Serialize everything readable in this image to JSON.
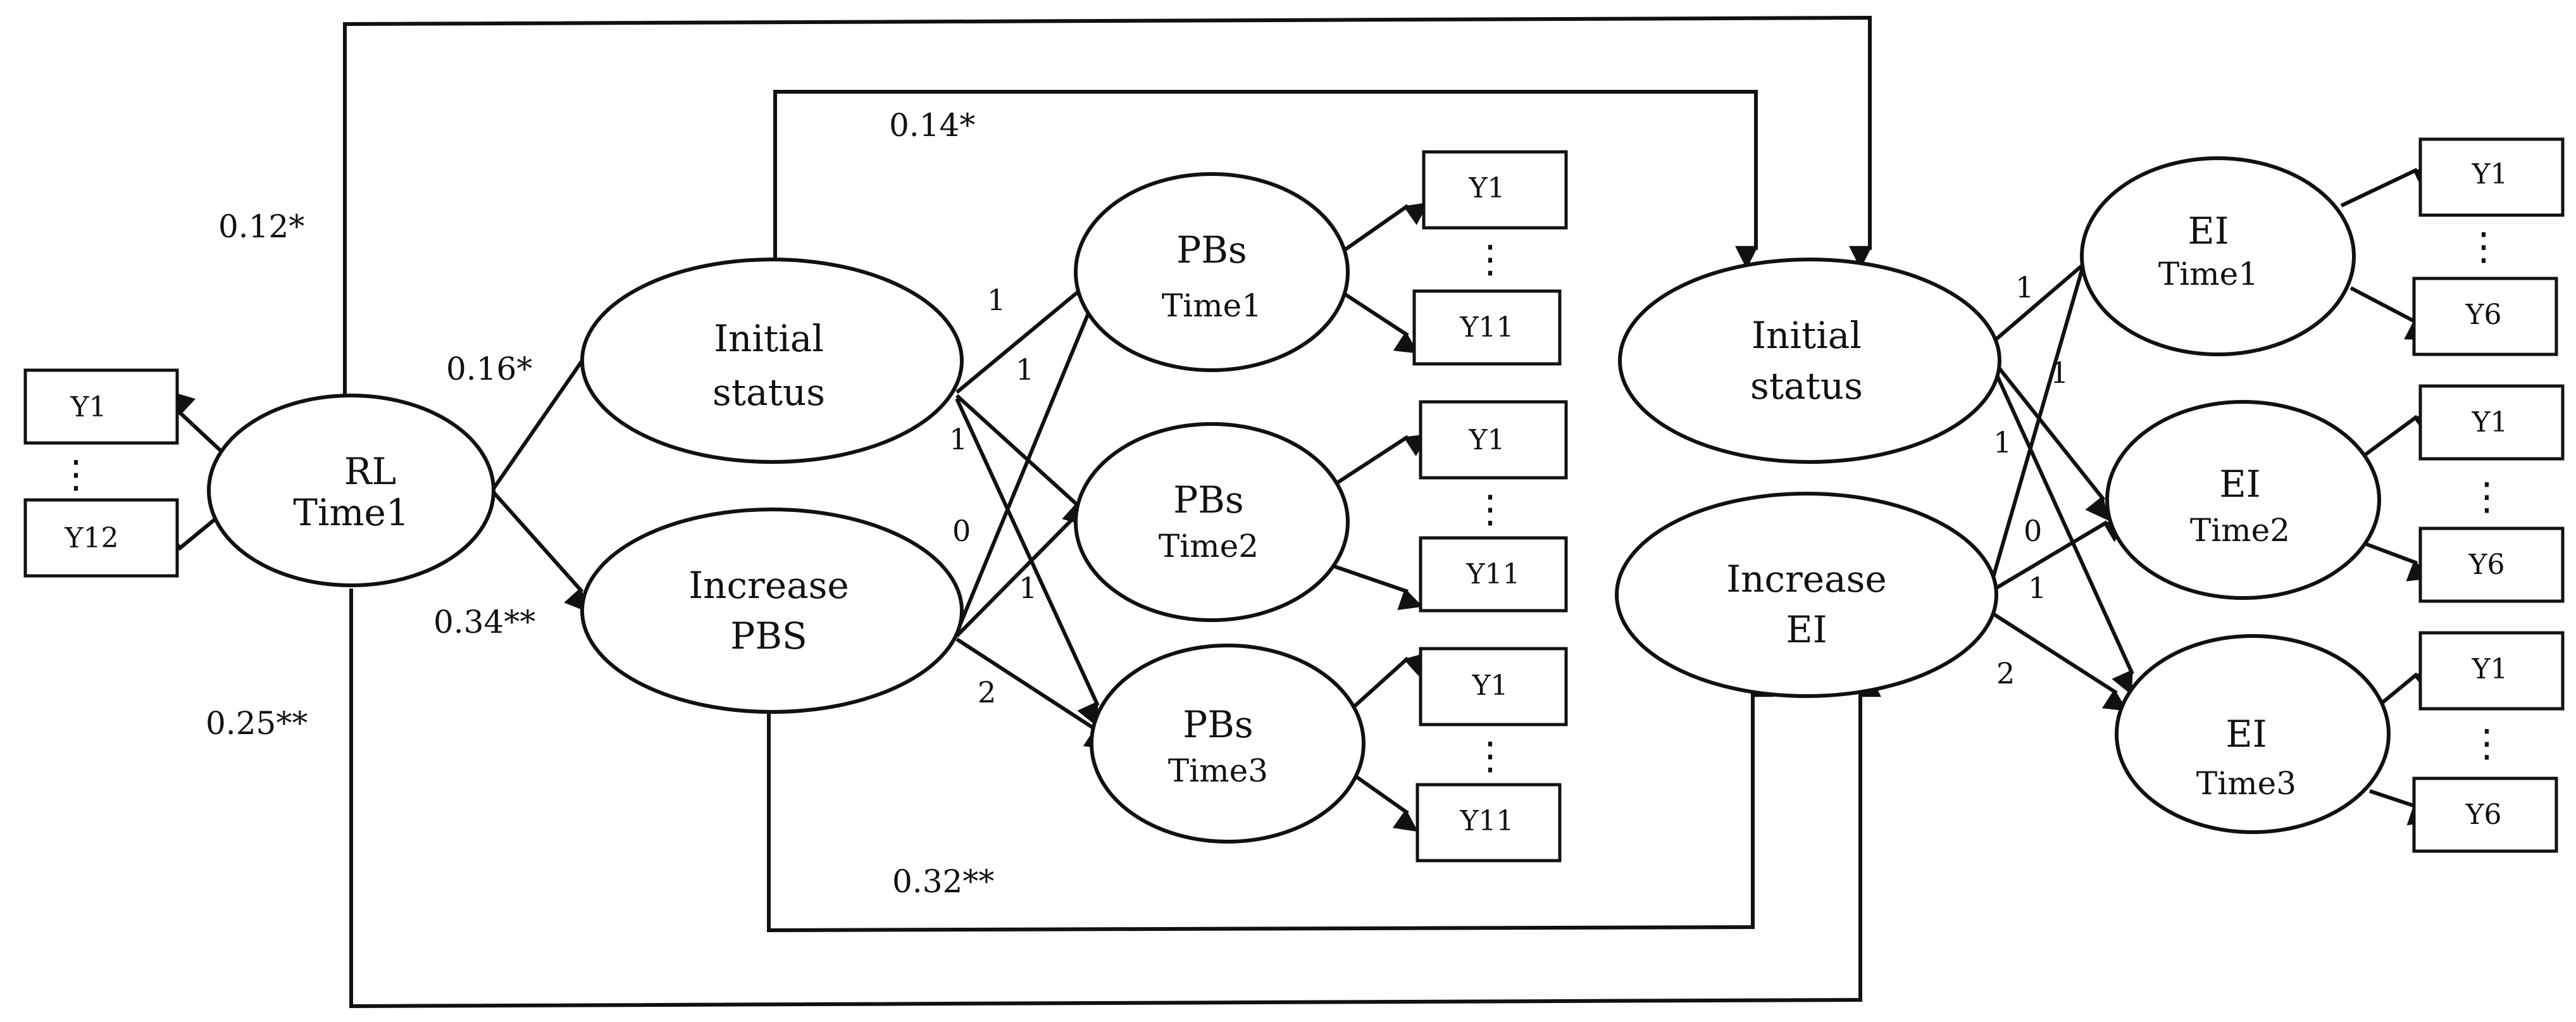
{
  "nodes": {
    "rl": {
      "line1": "RL",
      "line2": "Time1",
      "indicators": [
        "Y1",
        "Y12"
      ]
    },
    "pbs_initial": {
      "line1": "Initial",
      "line2": "status"
    },
    "pbs_increase": {
      "line1": "Increase",
      "line2": "PBS"
    },
    "pbs_t1": {
      "line1": "PBs",
      "line2": "Time1",
      "indicators": [
        "Y1",
        "Y11"
      ]
    },
    "pbs_t2": {
      "line1": "PBs",
      "line2": "Time2",
      "indicators": [
        "Y1",
        "Y11"
      ]
    },
    "pbs_t3": {
      "line1": "PBs",
      "line2": "Time3",
      "indicators": [
        "Y1",
        "Y11"
      ]
    },
    "ei_initial": {
      "line1": "Initial",
      "line2": "status"
    },
    "ei_increase": {
      "line1": "Increase",
      "line2": "EI"
    },
    "ei_t1": {
      "line1": "EI",
      "line2": "Time1",
      "indicators": [
        "Y1",
        "Y6"
      ]
    },
    "ei_t2": {
      "line1": "EI",
      "line2": "Time2",
      "indicators": [
        "Y1",
        "Y6"
      ]
    },
    "ei_t3": {
      "line1": "EI",
      "line2": "Time3",
      "indicators": [
        "Y1",
        "Y6"
      ]
    }
  },
  "paths": {
    "rl_to_ei_initial": "0.12*",
    "pbs_initial_to_ei_initial": "0.14*",
    "rl_to_pbs_initial": "0.16*",
    "rl_to_pbs_increase": "0.34**",
    "rl_to_ei_increase": "0.25**",
    "pbs_increase_to_ei_increase": "0.32**"
  },
  "loadings": {
    "pbs_initial": [
      "1",
      "1",
      "1"
    ],
    "pbs_slope": [
      "0",
      "1",
      "2"
    ],
    "ei_initial": [
      "1",
      "1",
      "1"
    ],
    "ei_slope": [
      "0",
      "1",
      "2"
    ]
  },
  "dots": "⋮"
}
